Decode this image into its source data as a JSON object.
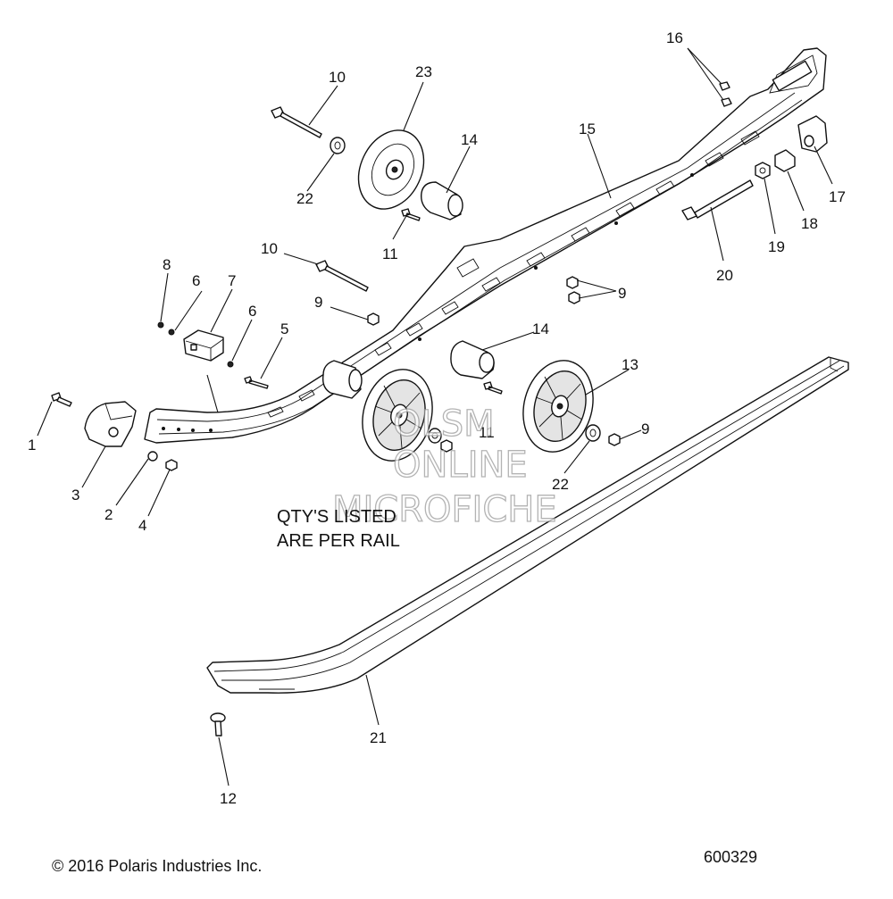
{
  "diagram": {
    "labels": [
      {
        "id": "1",
        "text": "1"
      },
      {
        "id": "2",
        "text": "2"
      },
      {
        "id": "3",
        "text": "3"
      },
      {
        "id": "4",
        "text": "4"
      },
      {
        "id": "5",
        "text": "5"
      },
      {
        "id": "6a",
        "text": "6"
      },
      {
        "id": "6b",
        "text": "6"
      },
      {
        "id": "7",
        "text": "7"
      },
      {
        "id": "8",
        "text": "8"
      },
      {
        "id": "9a",
        "text": "9"
      },
      {
        "id": "9b",
        "text": "9"
      },
      {
        "id": "9c",
        "text": "9"
      },
      {
        "id": "10a",
        "text": "10"
      },
      {
        "id": "10b",
        "text": "10"
      },
      {
        "id": "11a",
        "text": "11"
      },
      {
        "id": "11b",
        "text": "11"
      },
      {
        "id": "12",
        "text": "12"
      },
      {
        "id": "13",
        "text": "13"
      },
      {
        "id": "14a",
        "text": "14"
      },
      {
        "id": "14b",
        "text": "14"
      },
      {
        "id": "15",
        "text": "15"
      },
      {
        "id": "16",
        "text": "16"
      },
      {
        "id": "17",
        "text": "17"
      },
      {
        "id": "18",
        "text": "18"
      },
      {
        "id": "19",
        "text": "19"
      },
      {
        "id": "20",
        "text": "20"
      },
      {
        "id": "21",
        "text": "21"
      },
      {
        "id": "22a",
        "text": "22"
      },
      {
        "id": "22b",
        "text": "22"
      },
      {
        "id": "23",
        "text": "23"
      }
    ],
    "note_line1": "QTY'S LISTED",
    "note_line2": "ARE PER RAIL",
    "watermark_line1": "OLSM",
    "watermark_line2": "ONLINE",
    "watermark_line3": "MICROFICHE",
    "copyright": "© 2016 Polaris Industries Inc.",
    "figure_number": "600329"
  }
}
